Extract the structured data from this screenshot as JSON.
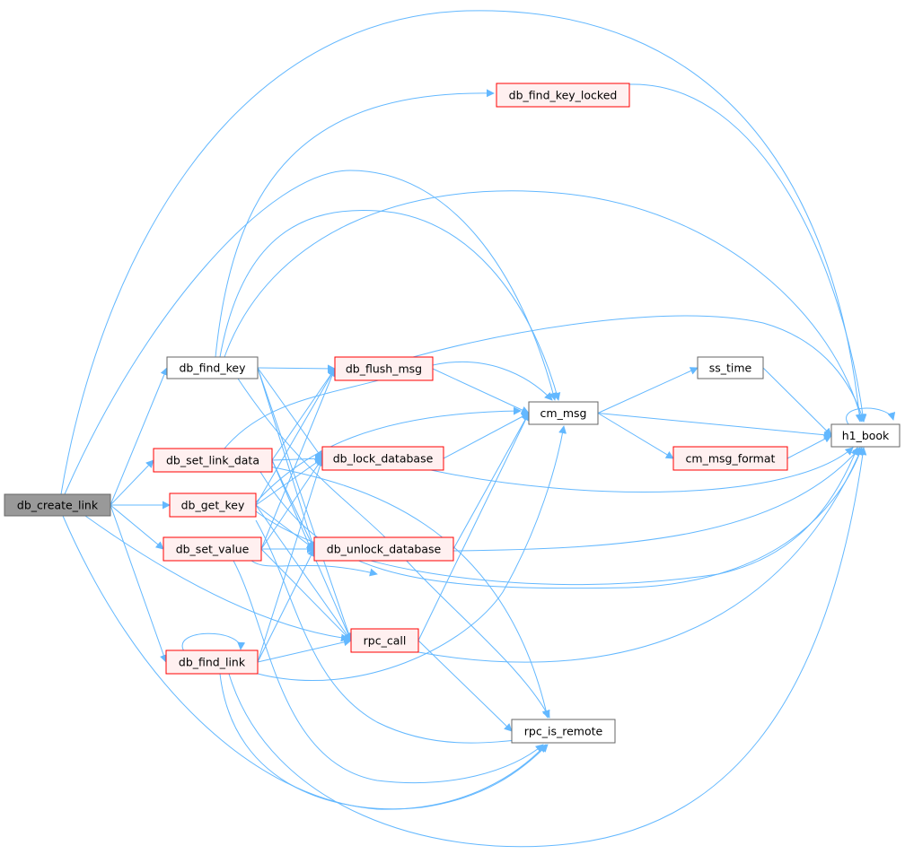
{
  "colors": {
    "edge": "#63b8ff",
    "node_border_default": "#666666",
    "node_fill_default": "#ffffff",
    "node_border_highlight": "#ff0000",
    "node_fill_highlight": "#fff0f0",
    "node_fill_root": "#999999",
    "node_border_root": "#666666"
  },
  "nodes": [
    {
      "id": "db_create_link",
      "label": "db_create_link",
      "style": "root"
    },
    {
      "id": "db_find_key_locked",
      "label": "db_find_key_locked",
      "style": "highlight"
    },
    {
      "id": "db_find_key",
      "label": "db_find_key",
      "style": "default"
    },
    {
      "id": "db_flush_msg",
      "label": "db_flush_msg",
      "style": "highlight"
    },
    {
      "id": "ss_time",
      "label": "ss_time",
      "style": "default"
    },
    {
      "id": "cm_msg",
      "label": "cm_msg",
      "style": "default"
    },
    {
      "id": "h1_book",
      "label": "h1_book",
      "style": "default"
    },
    {
      "id": "db_set_link_data",
      "label": "db_set_link_data",
      "style": "highlight"
    },
    {
      "id": "db_lock_database",
      "label": "db_lock_database",
      "style": "highlight"
    },
    {
      "id": "cm_msg_format",
      "label": "cm_msg_format",
      "style": "highlight"
    },
    {
      "id": "db_get_key",
      "label": "db_get_key",
      "style": "highlight"
    },
    {
      "id": "db_set_value",
      "label": "db_set_value",
      "style": "highlight"
    },
    {
      "id": "db_unlock_database",
      "label": "db_unlock_database",
      "style": "highlight"
    },
    {
      "id": "rpc_call",
      "label": "rpc_call",
      "style": "highlight"
    },
    {
      "id": "db_find_link",
      "label": "db_find_link",
      "style": "highlight"
    },
    {
      "id": "rpc_is_remote",
      "label": "rpc_is_remote",
      "style": "default"
    }
  ],
  "edges": [
    [
      "db_create_link",
      "h1_book"
    ],
    [
      "db_create_link",
      "db_find_key"
    ],
    [
      "db_create_link",
      "db_set_link_data"
    ],
    [
      "db_create_link",
      "db_get_key"
    ],
    [
      "db_create_link",
      "db_set_value"
    ],
    [
      "db_create_link",
      "db_find_link"
    ],
    [
      "db_create_link",
      "rpc_call"
    ],
    [
      "db_create_link",
      "rpc_is_remote"
    ],
    [
      "db_create_link",
      "cm_msg"
    ],
    [
      "db_find_key",
      "db_find_key_locked"
    ],
    [
      "db_find_key",
      "db_flush_msg"
    ],
    [
      "db_find_key",
      "cm_msg"
    ],
    [
      "db_find_key",
      "h1_book"
    ],
    [
      "db_find_key",
      "db_lock_database"
    ],
    [
      "db_find_key",
      "db_unlock_database"
    ],
    [
      "db_find_key",
      "rpc_call"
    ],
    [
      "db_find_key",
      "rpc_is_remote"
    ],
    [
      "db_find_key_locked",
      "h1_book"
    ],
    [
      "db_flush_msg",
      "cm_msg"
    ],
    [
      "db_flush_msg",
      "h1_book"
    ],
    [
      "cm_msg",
      "ss_time"
    ],
    [
      "cm_msg",
      "h1_book"
    ],
    [
      "cm_msg",
      "cm_msg_format"
    ],
    [
      "ss_time",
      "h1_book"
    ],
    [
      "cm_msg_format",
      "h1_book"
    ],
    [
      "h1_book",
      "h1_book"
    ],
    [
      "db_set_link_data",
      "cm_msg"
    ],
    [
      "db_set_link_data",
      "db_flush_msg"
    ],
    [
      "db_set_link_data",
      "db_lock_database"
    ],
    [
      "db_set_link_data",
      "db_unlock_database"
    ],
    [
      "db_set_link_data",
      "rpc_call"
    ],
    [
      "db_set_link_data",
      "rpc_is_remote"
    ],
    [
      "db_set_link_data",
      "h1_book"
    ],
    [
      "db_lock_database",
      "cm_msg"
    ],
    [
      "db_lock_database",
      "h1_book"
    ],
    [
      "db_get_key",
      "cm_msg"
    ],
    [
      "db_get_key",
      "db_flush_msg"
    ],
    [
      "db_get_key",
      "db_lock_database"
    ],
    [
      "db_get_key",
      "db_unlock_database"
    ],
    [
      "db_get_key",
      "rpc_call"
    ],
    [
      "db_get_key",
      "rpc_is_remote"
    ],
    [
      "db_get_key",
      "h1_book"
    ],
    [
      "db_set_value",
      "db_flush_msg"
    ],
    [
      "db_set_value",
      "db_lock_database"
    ],
    [
      "db_set_value",
      "db_unlock_database"
    ],
    [
      "db_set_value",
      "rpc_call"
    ],
    [
      "db_set_value",
      "rpc_is_remote"
    ],
    [
      "db_set_value",
      "h1_book"
    ],
    [
      "db_unlock_database",
      "cm_msg"
    ],
    [
      "db_unlock_database",
      "h1_book"
    ],
    [
      "rpc_call",
      "cm_msg"
    ],
    [
      "rpc_call",
      "rpc_is_remote"
    ],
    [
      "rpc_call",
      "h1_book"
    ],
    [
      "db_find_link",
      "db_find_link"
    ],
    [
      "db_find_link",
      "db_lock_database"
    ],
    [
      "db_find_link",
      "db_unlock_database"
    ],
    [
      "db_find_link",
      "rpc_call"
    ],
    [
      "db_find_link",
      "cm_msg"
    ],
    [
      "db_find_link",
      "rpc_is_remote"
    ],
    [
      "db_find_link",
      "h1_book"
    ]
  ]
}
